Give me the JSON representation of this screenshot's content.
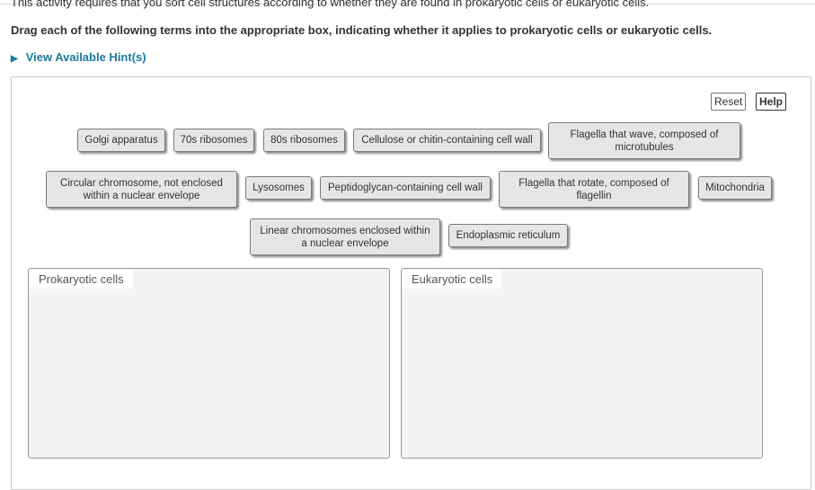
{
  "intro_text": "This activity requires that you sort cell structures according to whether they are found in prokaryotic cells or eukaryotic cells.",
  "instruction": "Drag each of the following terms into the appropriate box, indicating whether it applies to prokaryotic cells or eukaryotic cells.",
  "hint_link": "View Available Hint(s)",
  "toolbar": {
    "reset": "Reset",
    "help": "Help"
  },
  "terms": [
    "Golgi apparatus",
    "70s ribosomes",
    "80s ribosomes",
    "Cellulose or chitin-containing cell wall",
    "Flagella that wave, composed of microtubules",
    "Circular chromosome, not enclosed within a nuclear envelope",
    "Lysosomes",
    "Peptidoglycan-containing cell wall",
    "Flagella that rotate, composed of flagellin",
    "Mitochondria",
    "Linear chromosomes enclosed within a nuclear envelope",
    "Endoplasmic reticulum"
  ],
  "zones": {
    "prokaryotic": "Prokaryotic cells",
    "eukaryotic": "Eukaryotic cells"
  }
}
